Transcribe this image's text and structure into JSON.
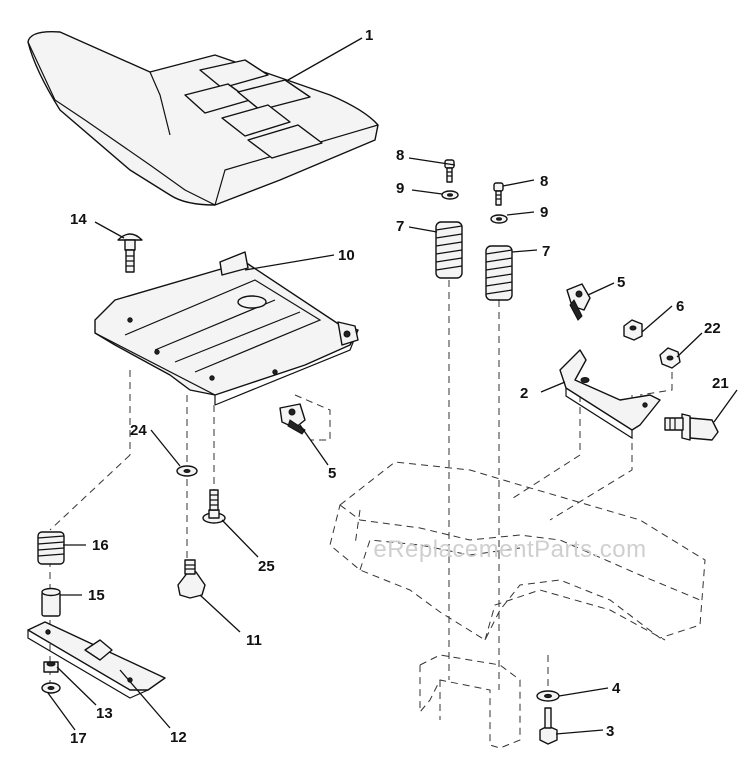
{
  "diagram": {
    "watermark": "eReplacementParts.com",
    "callouts": {
      "seat": "1",
      "bracket": "2",
      "bolt_bottom": "3",
      "washer_bottom": "4",
      "clip_upper": "5",
      "clip_lower": "5",
      "nut_6": "6",
      "spring_left": "7",
      "spring_right": "7",
      "screw_left": "8",
      "screw_right": "8",
      "washer_left": "9",
      "washer_right": "9",
      "seat_pan": "10",
      "knob": "11",
      "slide_plate": "12",
      "washer_13": "13",
      "carriage_bolt": "14",
      "spacer": "15",
      "spring_16": "16",
      "washer_17": "17",
      "bolt_21": "21",
      "nut_22": "22",
      "washer_24": "24",
      "bolt_25": "25"
    }
  }
}
